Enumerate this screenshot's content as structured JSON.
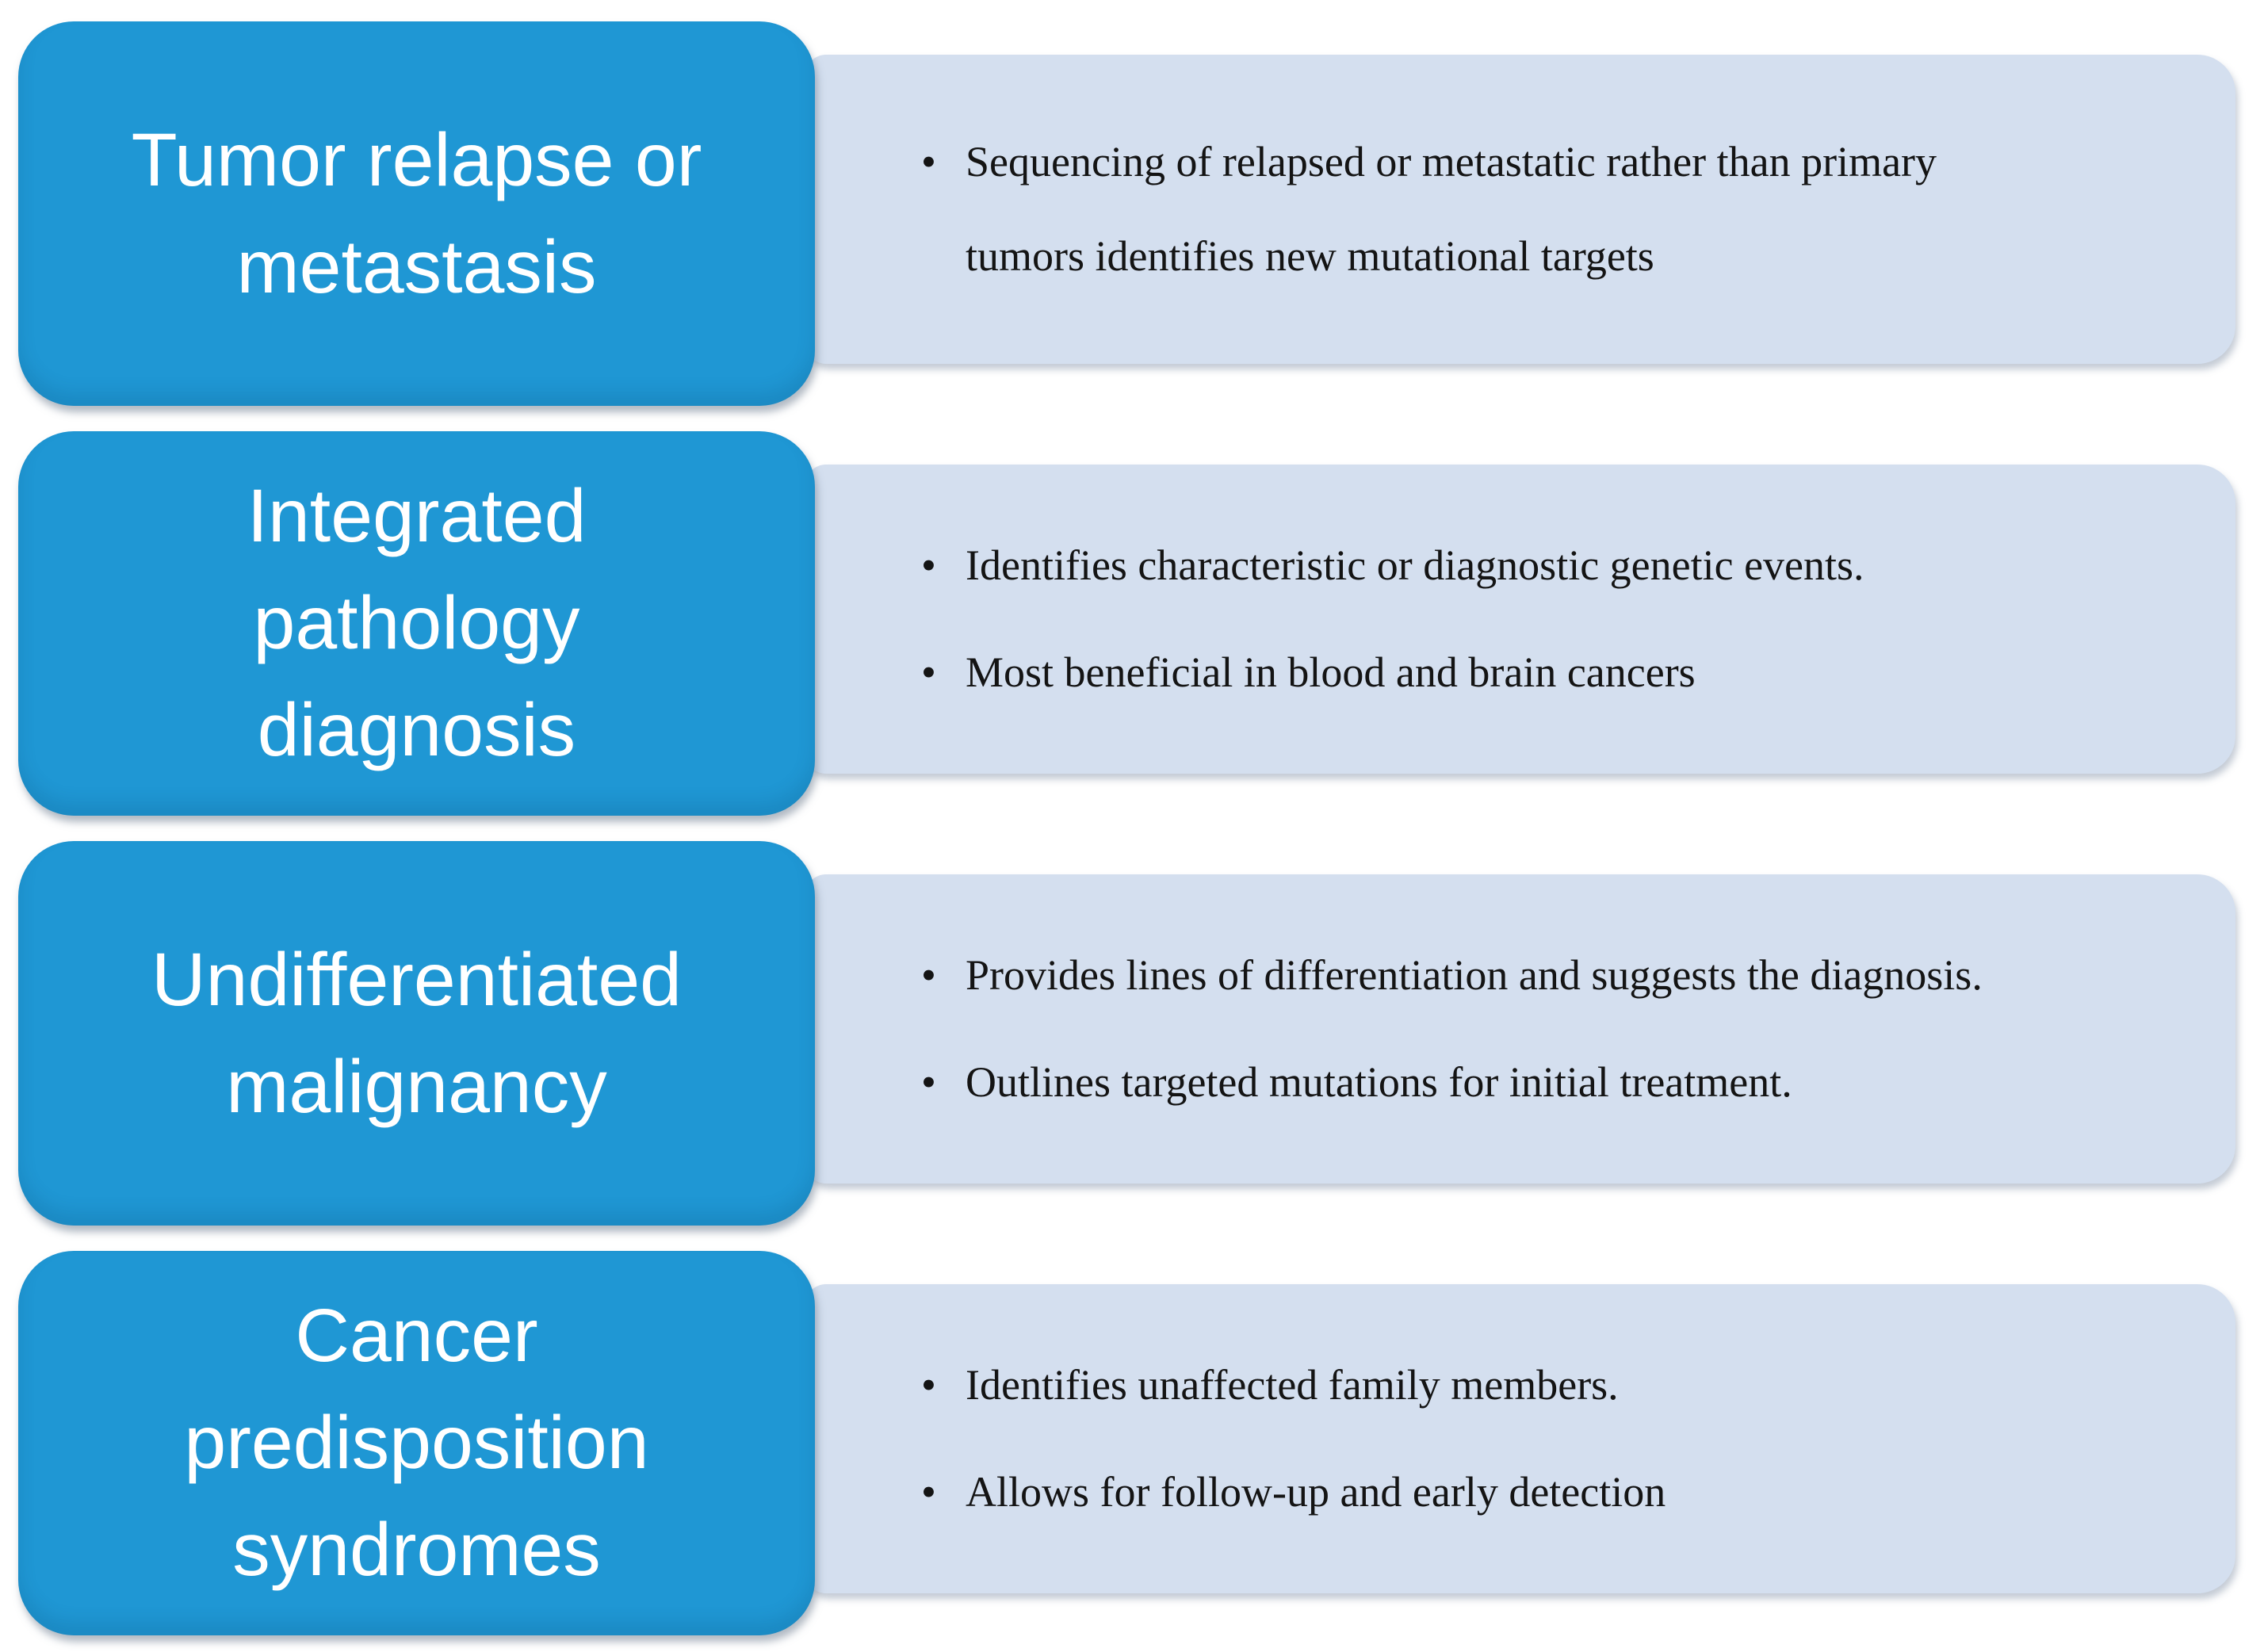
{
  "diagram_type": "vertical-box-list",
  "bullet_marker": "•",
  "colors": {
    "background": "#ffffff",
    "box_fill": "#1f97d4",
    "panel_fill": "#d4dfef",
    "title_color": "#ffffff",
    "bullet_color": "#141414"
  },
  "rows": [
    {
      "title_lines": [
        "Tumor relapse or",
        "metastasis"
      ],
      "bullets": [
        [
          "Sequencing of relapsed or metastatic rather than primary",
          "tumors identifies new mutational targets"
        ]
      ]
    },
    {
      "title_lines": [
        "Integrated",
        "pathology",
        "diagnosis"
      ],
      "bullets": [
        "Identifies characteristic or diagnostic genetic events.",
        "Most beneficial in blood and brain cancers"
      ]
    },
    {
      "title_lines": [
        "Undifferentiated",
        "malignancy"
      ],
      "bullets": [
        "Provides lines of differentiation and suggests the diagnosis.",
        "Outlines targeted mutations for initial treatment."
      ]
    },
    {
      "title_lines": [
        "Cancer",
        "predisposition",
        "syndromes"
      ],
      "bullets": [
        "Identifies unaffected family members.",
        "Allows for follow-up and early detection"
      ]
    }
  ]
}
